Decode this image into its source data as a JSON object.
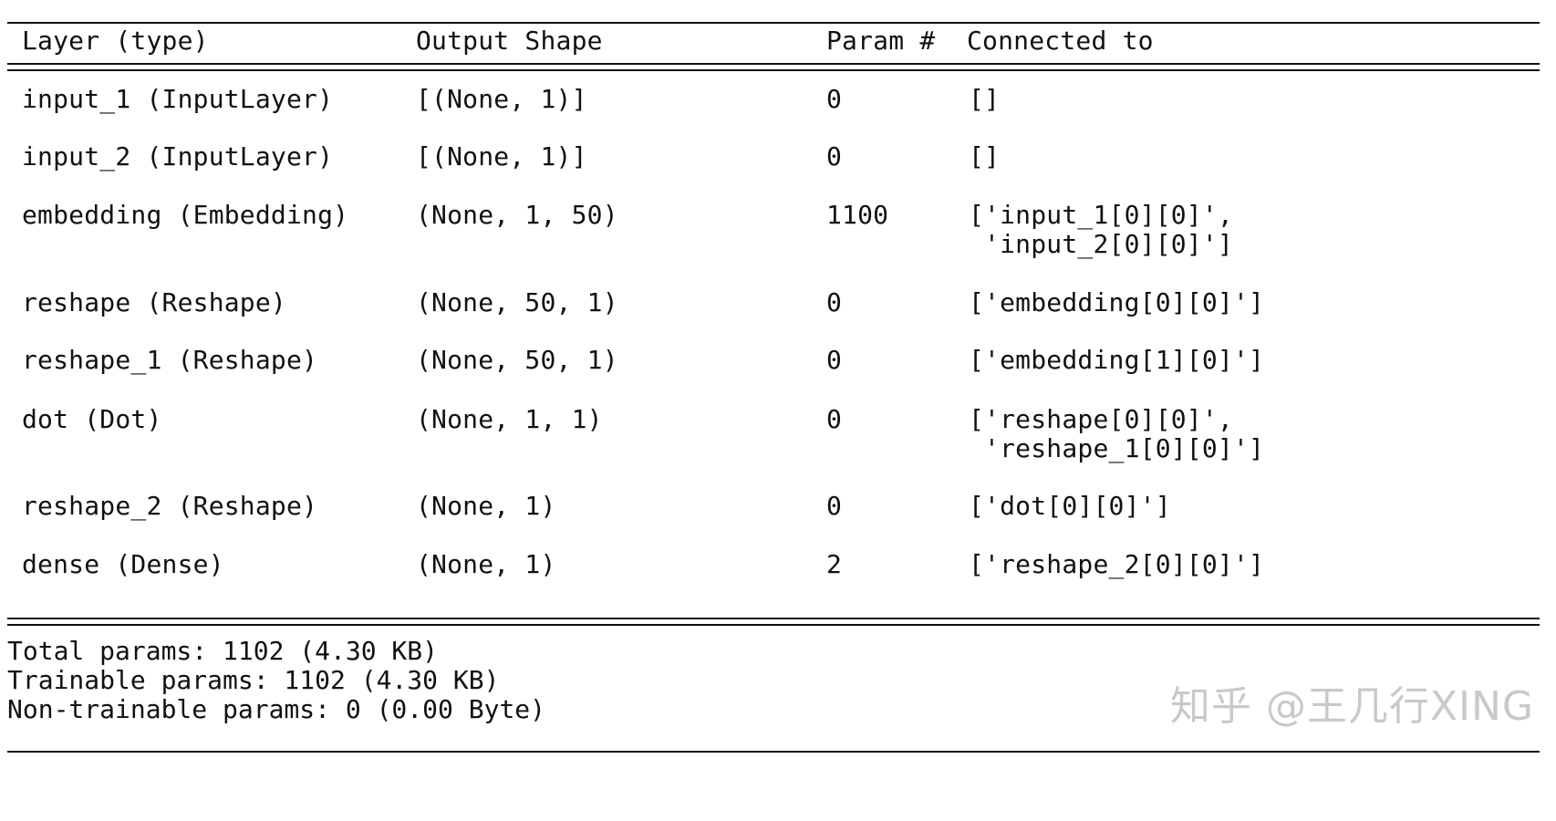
{
  "headers": {
    "layer": "Layer (type)",
    "output": "Output Shape",
    "param": "Param #",
    "connected": "Connected to"
  },
  "rows": [
    {
      "layer": "input_1 (InputLayer)",
      "output": "[(None, 1)]",
      "param": "0",
      "connected": "[]"
    },
    {
      "layer": "input_2 (InputLayer)",
      "output": "[(None, 1)]",
      "param": "0",
      "connected": "[]"
    },
    {
      "layer": "embedding (Embedding)",
      "output": "(None, 1, 50)",
      "param": "1100",
      "connected": "['input_1[0][0]',",
      "connected2": " 'input_2[0][0]']"
    },
    {
      "layer": "reshape (Reshape)",
      "output": "(None, 50, 1)",
      "param": "0",
      "connected": "['embedding[0][0]']"
    },
    {
      "layer": "reshape_1 (Reshape)",
      "output": "(None, 50, 1)",
      "param": "0",
      "connected": "['embedding[1][0]']"
    },
    {
      "layer": "dot (Dot)",
      "output": "(None, 1, 1)",
      "param": "0",
      "connected": "['reshape[0][0]',",
      "connected2": " 'reshape_1[0][0]']"
    },
    {
      "layer": "reshape_2 (Reshape)",
      "output": "(None, 1)",
      "param": "0",
      "connected": "['dot[0][0]']"
    },
    {
      "layer": "dense (Dense)",
      "output": "(None, 1)",
      "param": "2",
      "connected": "['reshape_2[0][0]']"
    }
  ],
  "summary": {
    "total": "Total params: 1102 (4.30 KB)",
    "trainable": "Trainable params: 1102 (4.30 KB)",
    "non_trainable": "Non-trainable params: 0 (0.00 Byte)"
  },
  "watermark": "知乎 @王几行XING"
}
